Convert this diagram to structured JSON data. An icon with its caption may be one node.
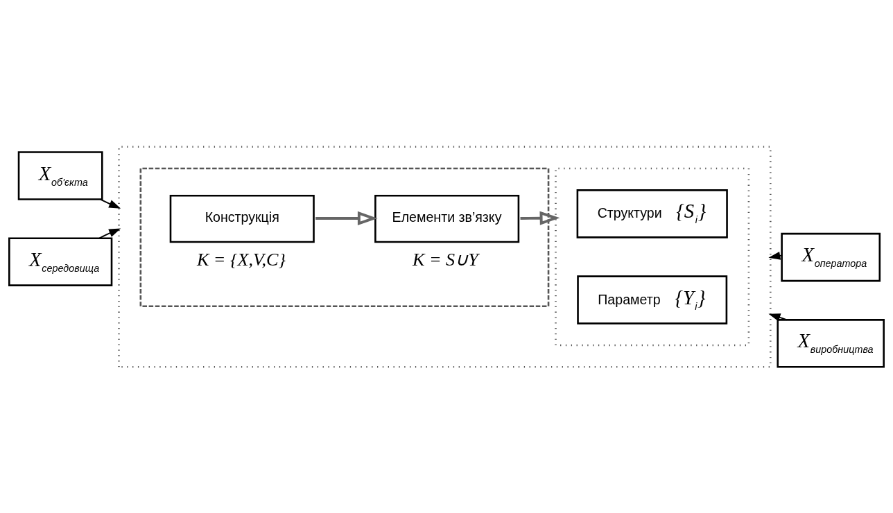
{
  "diagram": {
    "nodes": [
      {
        "text": [
          "X$_{об'єкта}$"
        ]
      },
      {
        "text": [
          "X$_{оператора}$"
        ]
      },
      {
        "text": [],
        "shape": "box"
      },
      {
        "text": [],
        "shape": "box",
        "in": 2
      },
      {
        "text": [
          "Конструкція"
        ],
        "in": 3,
        "beside": [
          "K = {X,V,C}"
        ]
      },
      {
        "text": [
          "Елементи зв’язку"
        ],
        "in": 3,
        "beside": [
          "K = S∪Y"
        ]
      },
      {
        "text": [],
        "shape": "box",
        "in": 2
      },
      {
        "text": [
          "Структури",
          "{S$_{i}$}"
        ],
        "in": 6
      },
      {
        "text": [
          "Параметр",
          "{Y$_{i}$}"
        ],
        "in": 6
      },
      {
        "text": [
          "X$_{середовища}$"
        ]
      },
      {
        "text": [
          "X$_{виробництва}$"
        ]
      }
    ],
    "edges": [
      {
        "from": 0,
        "to": 2,
        "arrow": "to"
      },
      {
        "from": 1,
        "to": 2,
        "arrow": "to"
      },
      {
        "from": 4,
        "to": 5,
        "arrow": "to",
        "style": "thick",
        "color": "#666666"
      },
      {
        "from": 5,
        "to": 6,
        "arrow": "to",
        "style": "thick",
        "color": "#666666"
      },
      {
        "from": 9,
        "to": 2,
        "arrow": "to"
      },
      {
        "from": 10,
        "to": 2,
        "arrow": "to"
      }
    ]
  }
}
